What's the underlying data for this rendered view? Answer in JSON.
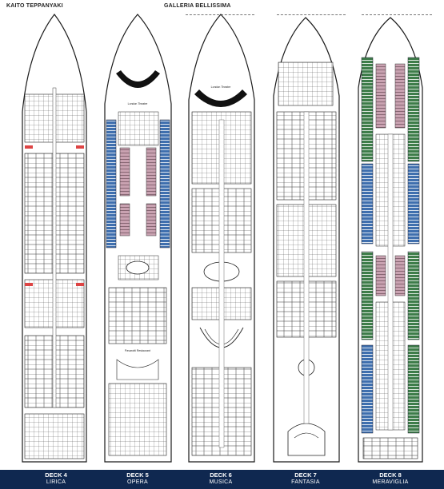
{
  "top_labels": {
    "left": "KAITO TEPPANYAKI",
    "center": "GALLERIA BELLISSIMA"
  },
  "decks": [
    {
      "number": "DECK 4",
      "name": "LIRICA"
    },
    {
      "number": "DECK 5",
      "name": "OPERA"
    },
    {
      "number": "DECK 6",
      "name": "MUSICA"
    },
    {
      "number": "DECK 7",
      "name": "FANTASIA"
    },
    {
      "number": "DECK 8",
      "name": "MERAVIGLIA"
    }
  ],
  "venue_labels": {
    "deck5_theatre": "London Theatre",
    "deck6_theatre": "London Theatre",
    "deck5_restaurant": "Pavarotti Restaurant"
  },
  "colors": {
    "footer": "#0f2850",
    "cabin_blue": "#3f6fae",
    "cabin_green": "#3e7d4a",
    "cabin_pink": "#c9a2b1",
    "outline": "#1a1a1a"
  }
}
